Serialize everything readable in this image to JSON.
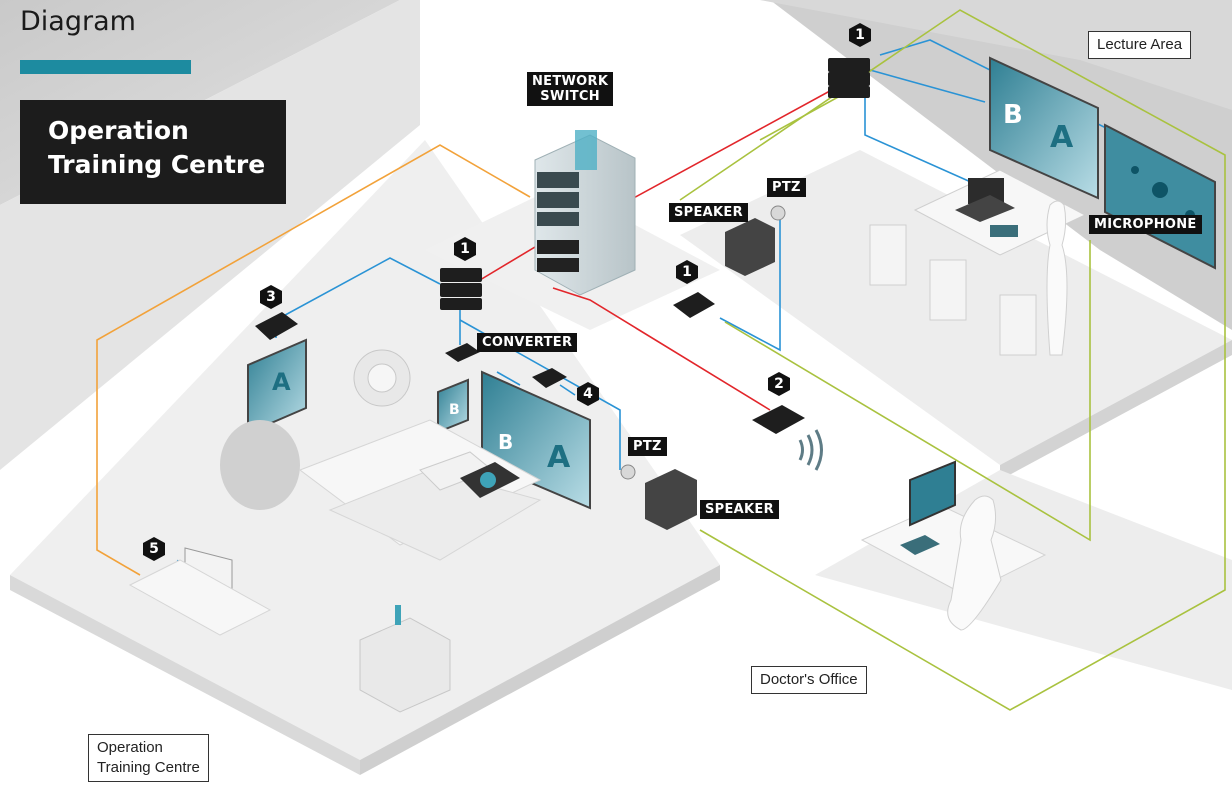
{
  "header": {
    "heading": "Diagram",
    "title_line1": "Operation",
    "title_line2": "Training Centre"
  },
  "areas": {
    "lecture": "Lecture Area",
    "doctor": "Doctor's Office",
    "ot_line1": "Operation",
    "ot_line2": "Training Centre"
  },
  "labels": {
    "network_switch_1": "NETWORK",
    "network_switch_2": "SWITCH",
    "converter": "CONVERTER",
    "ptz_top": "PTZ",
    "speaker_top": "SPEAKER",
    "ptz_bottom": "PTZ",
    "speaker_bottom": "SPEAKER",
    "microphone": "MICROPHONE"
  },
  "screens": {
    "lecture_b": "B",
    "lecture_a": "A",
    "ot_a": "A",
    "ot_b_small": "B",
    "ot_b": "B",
    "ot_a_large": "A"
  },
  "badges": {
    "lecture_encoder": "1",
    "switch_encoder": "1",
    "ptz_encoder": "1",
    "decoder_doctor": "2",
    "encoder_ot": "3",
    "decoder_ot": "4",
    "decoder_desk": "5"
  },
  "colors": {
    "link_blue": "#2a93d5",
    "link_red": "#e2262b",
    "link_orange": "#f2a23a",
    "link_green": "#a9c23f",
    "accent": "#1d8ba0",
    "floor": "#ececec",
    "wall": "#d2d2d2"
  }
}
